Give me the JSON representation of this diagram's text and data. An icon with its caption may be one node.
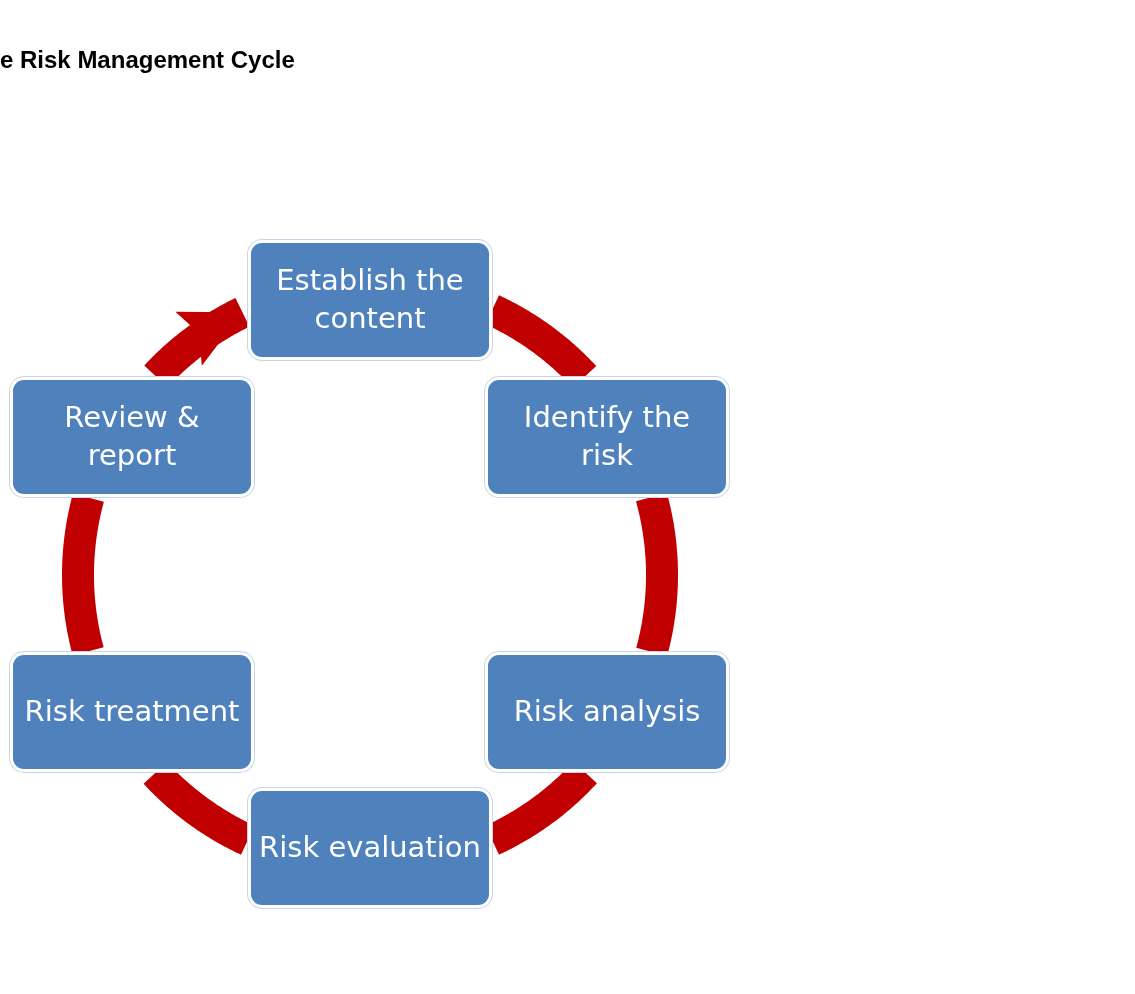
{
  "diagram": {
    "title": "e Risk Management Cycle",
    "nodes": [
      {
        "text": [
          "Establish the content"
        ]
      },
      {
        "text": [
          "Identify the risk"
        ]
      },
      {
        "text": [
          "Risk analysis"
        ]
      },
      {
        "text": [
          "Risk evaluation"
        ]
      },
      {
        "text": [
          "Risk treatment"
        ]
      },
      {
        "text": [
          "Review & report"
        ]
      }
    ],
    "edges": [
      {
        "from": 0,
        "to": 1,
        "arrow": "none"
      },
      {
        "from": 1,
        "to": 2,
        "arrow": "none"
      },
      {
        "from": 2,
        "to": 3,
        "arrow": "none"
      },
      {
        "from": 3,
        "to": 4,
        "arrow": "none"
      },
      {
        "from": 4,
        "to": 5,
        "arrow": "none"
      },
      {
        "from": 5,
        "to": 0,
        "arrow": "to"
      }
    ]
  }
}
